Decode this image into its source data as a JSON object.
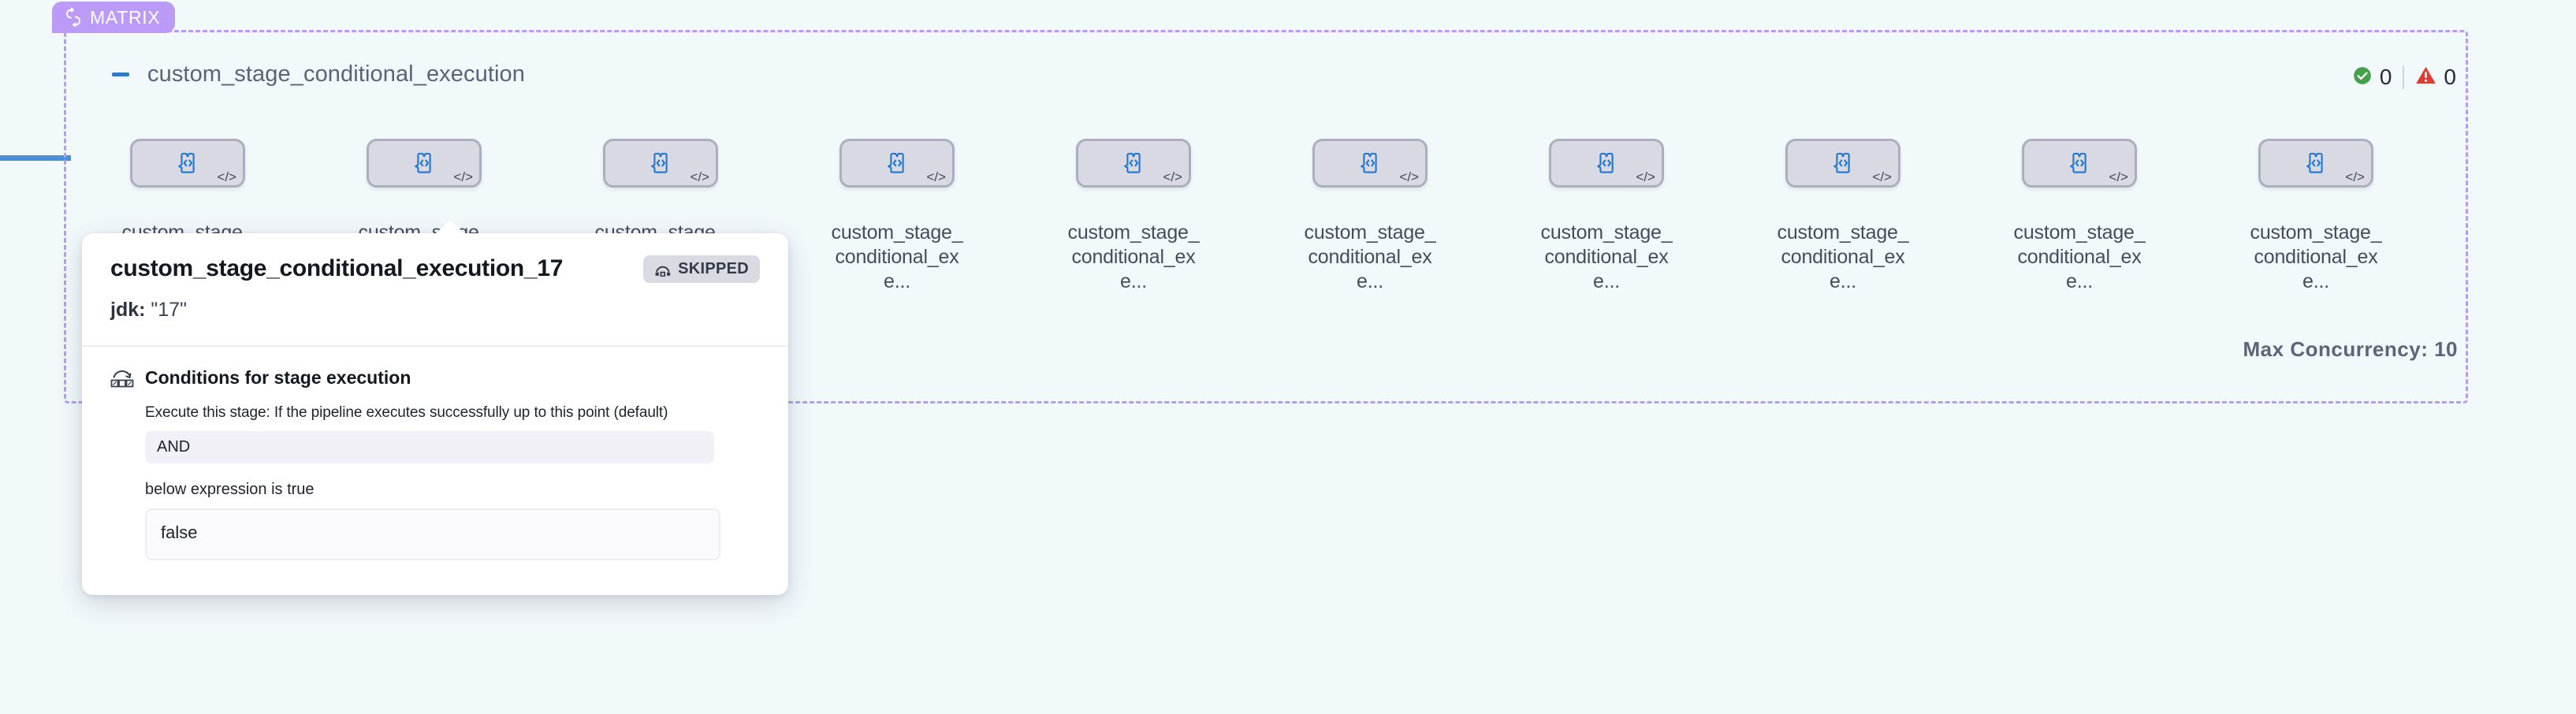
{
  "canvas": {
    "background_color": "#f2f9fb",
    "incoming_edge_color": "#4a90d9"
  },
  "matrix": {
    "badge_label": "MATRIX",
    "badge_icon": "loop-icon",
    "badge_color": "#bb9bf7",
    "border_color": "#b89cf4",
    "max_concurrency_text": "Max Concurrency: 10",
    "max_concurrency_value": 10
  },
  "stage": {
    "title": "custom_stage_conditional_execution",
    "collapse_icon": "minus-icon",
    "collapsed": false
  },
  "status_counters": {
    "success": {
      "icon": "check-circle-icon",
      "color": "#45a04a",
      "count": "0"
    },
    "warning": {
      "icon": "warning-triangle-icon",
      "color": "#e03b2f",
      "count": "0"
    }
  },
  "nodes": [
    {
      "label": "custom_stage_conditional_exe...",
      "icon": "code-block-icon",
      "corner_icon": "code-tag-icon"
    },
    {
      "label": "custom_stage_conditional_exe...",
      "icon": "code-block-icon",
      "corner_icon": "code-tag-icon"
    },
    {
      "label": "custom_stage_conditional_exe...",
      "icon": "code-block-icon",
      "corner_icon": "code-tag-icon"
    },
    {
      "label": "custom_stage_conditional_exe...",
      "icon": "code-block-icon",
      "corner_icon": "code-tag-icon"
    },
    {
      "label": "custom_stage_conditional_exe...",
      "icon": "code-block-icon",
      "corner_icon": "code-tag-icon"
    },
    {
      "label": "custom_stage_conditional_exe...",
      "icon": "code-block-icon",
      "corner_icon": "code-tag-icon"
    },
    {
      "label": "custom_stage_conditional_exe...",
      "icon": "code-block-icon",
      "corner_icon": "code-tag-icon"
    },
    {
      "label": "custom_stage_conditional_exe...",
      "icon": "code-block-icon",
      "corner_icon": "code-tag-icon"
    },
    {
      "label": "custom_stage_conditional_exe...",
      "icon": "code-block-icon",
      "corner_icon": "code-tag-icon"
    },
    {
      "label": "custom_stage_conditional_exe...",
      "icon": "code-block-icon",
      "corner_icon": "code-tag-icon"
    }
  ],
  "tooltip": {
    "title": "custom_stage_conditional_execution_17",
    "status_badge": {
      "label": "SKIPPED",
      "icon": "skip-icon"
    },
    "param_key": "jdk:",
    "param_value": "\"17\"",
    "section": {
      "icon": "conditions-icon",
      "title": "Conditions for stage execution",
      "execute_line": "Execute this stage: If the pipeline executes successfully up to this point (default)",
      "operator": "AND",
      "expression_label": "below expression is true",
      "expression_value": "false"
    }
  }
}
